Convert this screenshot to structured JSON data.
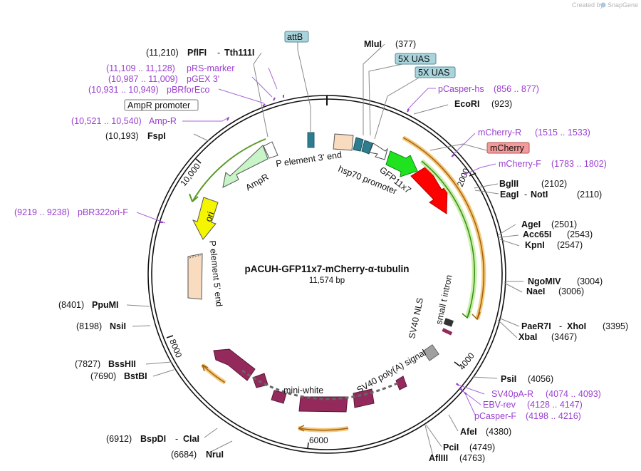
{
  "credit": {
    "prefix": "Created by",
    "brand": "SnapGene"
  },
  "plasmid": {
    "name": "pACUH-GFP11x7-mCherry-α-tubulin",
    "size": "11,574 bp"
  },
  "ticks": [
    "2000",
    "4000",
    "6000",
    "8000",
    "10,000"
  ],
  "sites": [
    {
      "name": "MluI",
      "pos": "(377)"
    },
    {
      "name": "EcoRI",
      "pos": "(923)"
    },
    {
      "name": "BglII",
      "pos": "(2102)"
    },
    {
      "name": "EagI",
      "name2": "NotI",
      "pos": "(2110)"
    },
    {
      "name": "AgeI",
      "pos": "(2501)"
    },
    {
      "name": "Acc65I",
      "pos": "(2543)"
    },
    {
      "name": "KpnI",
      "pos": "(2547)"
    },
    {
      "name": "NgoMIV",
      "pos": "(3004)"
    },
    {
      "name": "NaeI",
      "pos": "(3006)"
    },
    {
      "name": "PaeR7I",
      "name2": "XhoI",
      "pos": "(3395)"
    },
    {
      "name": "XbaI",
      "pos": "(3467)"
    },
    {
      "name": "PsiI",
      "pos": "(4056)"
    },
    {
      "name": "AfeI",
      "pos": "(4380)"
    },
    {
      "name": "PciI",
      "pos": "(4749)"
    },
    {
      "name": "AflIII",
      "pos": "(4763)"
    },
    {
      "name": "NruI",
      "pos": "(6684)"
    },
    {
      "name": "BspDI",
      "name2": "ClaI",
      "pos": "(6912)"
    },
    {
      "name": "BstBI",
      "pos": "(7690)"
    },
    {
      "name": "BssHII",
      "pos": "(7827)"
    },
    {
      "name": "NsiI",
      "pos": "(8198)"
    },
    {
      "name": "PpuMI",
      "pos": "(8401)"
    },
    {
      "name": "FspI",
      "pos": "(10,193)"
    },
    {
      "name": "PflFI",
      "name2": "Tth111I",
      "pos": "(11,210)"
    }
  ],
  "primers": [
    {
      "name": "pCasper-hs",
      "range": "(856 .. 877)"
    },
    {
      "name": "mCherry-R",
      "range": "(1515 .. 1533)"
    },
    {
      "name": "mCherry-F",
      "range": "(1783 .. 1802)"
    },
    {
      "name": "SV40pA-R",
      "range": "(4074 .. 4093)"
    },
    {
      "name": "EBV-rev",
      "range": "(4128 .. 4147)"
    },
    {
      "name": "pCasper-F",
      "range": "(4198 .. 4216)"
    },
    {
      "name": "pBR322ori-F",
      "range": "(9219 .. 9238)"
    },
    {
      "name": "Amp-R",
      "range": "(10,521 .. 10,540)"
    },
    {
      "name": "pBRforEco",
      "range": "(10,931 .. 10,949)"
    },
    {
      "name": "pGEX 3'",
      "range": "(10,987 .. 11,009)"
    },
    {
      "name": "pRS-marker",
      "range": "(11,109 .. 11,128)"
    }
  ],
  "boxes": {
    "attB": "attB",
    "uas1": "5X UAS",
    "uas2": "5X UAS",
    "mcherry": "mCherry",
    "ampr_promoter": "AmpR promoter"
  },
  "features": {
    "p3": "P element 3' end",
    "hsp70": "hsp70 promoter",
    "gfp": "GFP11x7",
    "ampr": "AmpR",
    "ori": "ori",
    "p5": "P element 5' end",
    "sv40nls": "SV40 NLS",
    "intron": "small t intron",
    "sv40pa": "SV40 poly(A) signal",
    "miniwhite": "mini-white"
  },
  "colors": {
    "primer": "#9a3fd0",
    "gfp": "#1ee31e",
    "mcherry_arrow": "#ff0000",
    "mcherry_box": "#f39a9a",
    "uas_box": "#a9d4dc",
    "attb_box": "#a9d4dc",
    "ampr": "#c8f5c8",
    "ori": "#f5f500",
    "p_element": "#f9dcc0",
    "mini_white": "#942a5c",
    "orf": "#f0b040",
    "hsp70_seg": "#2d7d90",
    "sv40pa": "#a0a0a0"
  }
}
